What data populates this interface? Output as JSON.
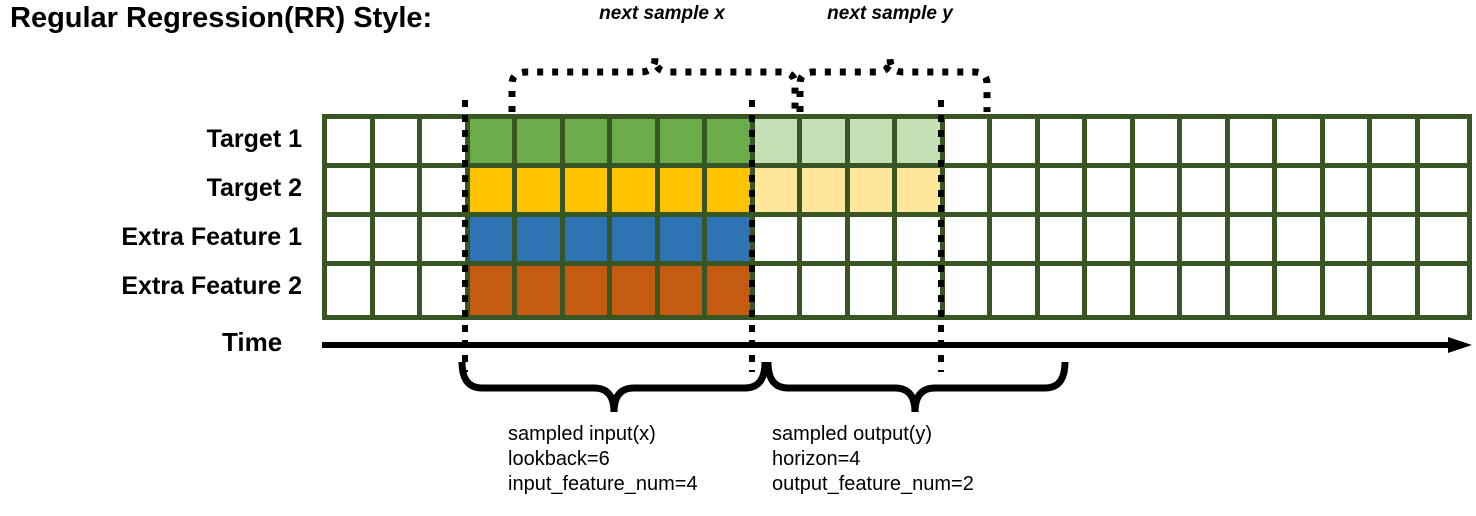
{
  "title": "Regular Regression(RR) Style:",
  "annotations": {
    "next_sample_x": "next sample x",
    "next_sample_y": "next sample y"
  },
  "rows": [
    {
      "label": "Target 1",
      "color_key": "green"
    },
    {
      "label": "Target 2",
      "color_key": "yellow"
    },
    {
      "label": "Extra Feature 1",
      "color_key": "blue"
    },
    {
      "label": "Extra Feature 2",
      "color_key": "orange"
    }
  ],
  "axis": {
    "label": "Time"
  },
  "grid": {
    "total_columns": 24,
    "leading_blank_columns": 3,
    "input_columns": 6,
    "output_columns": 4,
    "trailing_blank_columns": 11,
    "row_fill": [
      {
        "input": "green",
        "output": "light_green"
      },
      {
        "input": "yellow",
        "output": "light_yellow"
      },
      {
        "input": "blue",
        "output": "none"
      },
      {
        "input": "orange",
        "output": "none"
      }
    ]
  },
  "colors": {
    "border": "#375623",
    "green": "#6cab49",
    "light_green": "#c5e0b4",
    "yellow": "#ffc300",
    "light_yellow": "#ffe699",
    "blue": "#2e74b5",
    "orange": "#c55a11",
    "none": "#ffffff",
    "ink": "#000000"
  },
  "captions": {
    "input": {
      "line1": "sampled input(x)",
      "line2": "lookback=6",
      "line3": "input_feature_num=4"
    },
    "output": {
      "line1": "sampled output(y)",
      "line2": "horizon=4",
      "line3": "output_feature_num=2"
    }
  }
}
